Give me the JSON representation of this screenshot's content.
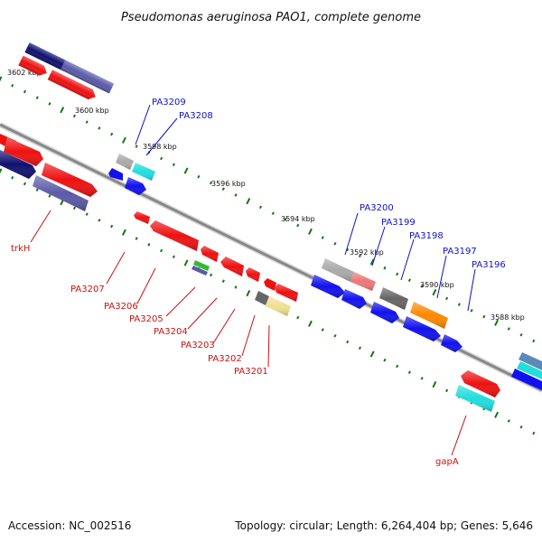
{
  "title": "Pseudomonas aeruginosa PAO1, complete genome",
  "footer": {
    "accession": "Accession: NC_002516",
    "summary": "Topology: circular; Length: 6,264,404 bp; Genes: 5,646"
  },
  "scale_labels": [
    "3602 kbp",
    "3600 kbp",
    "3598 kbp",
    "3596 kbp",
    "3594 kbp",
    "3592 kbp",
    "3590 kbp",
    "3588 kbp"
  ],
  "gene_labels_forward": [
    "PA3209",
    "PA3208",
    "PA3200",
    "PA3199",
    "PA3198",
    "PA3197",
    "PA3196"
  ],
  "gene_labels_reverse": [
    "trkH",
    "PA3207",
    "PA3206",
    "PA3205",
    "PA3204",
    "PA3203",
    "PA3202",
    "PA3201",
    "gapA"
  ],
  "colors": {
    "backbone": "#888888",
    "red": "#ee1111",
    "blue": "#1111ee",
    "navy": "#101070",
    "slate": "#5a5aa8",
    "cyan": "#22dddd",
    "gray": "#aaaaaa",
    "darkgray": "#666666",
    "pink": "#ee7777",
    "orange": "#ff8800",
    "yellow": "#f0e090",
    "green": "#33bb33",
    "tick": "#117711"
  }
}
